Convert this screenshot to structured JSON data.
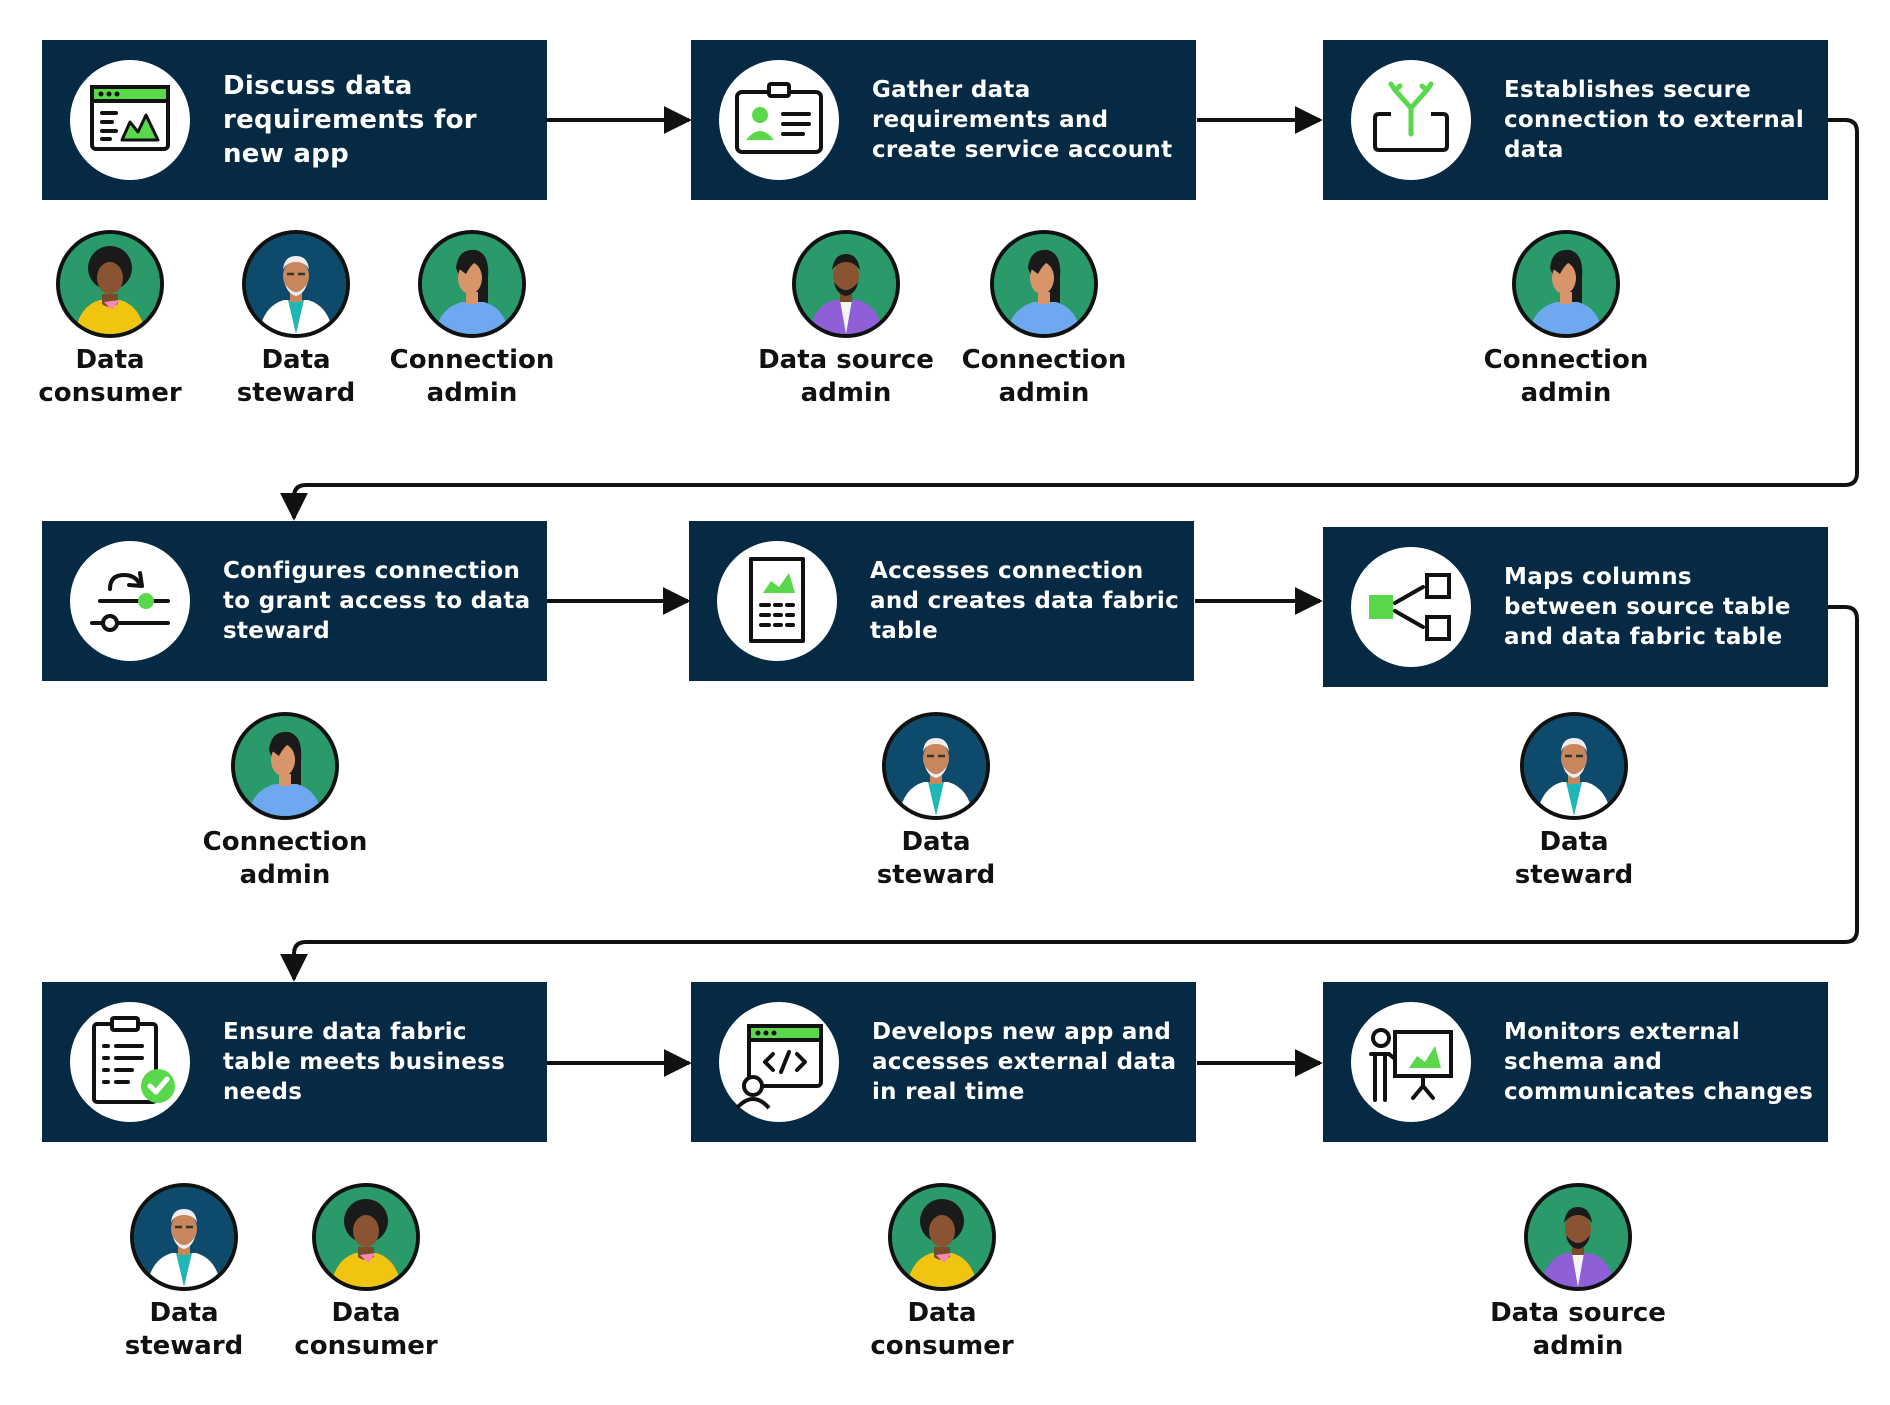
{
  "colors": {
    "box": "#062a43",
    "accent": "#5ad84c",
    "line": "#111111"
  },
  "steps": [
    {
      "label": "Discuss data requirements for new app",
      "icon": "dashboard-window-icon"
    },
    {
      "label": "Gather data requirements and create service account",
      "icon": "id-badge-icon"
    },
    {
      "label": "Establishes secure connection to external data",
      "icon": "connection-split-icon"
    },
    {
      "label": "Configures connection to grant access to data steward",
      "icon": "settings-sliders-icon"
    },
    {
      "label": "Accesses connection and creates data fabric table",
      "icon": "spreadsheet-document-icon"
    },
    {
      "label": "Maps columns between source table and data fabric table",
      "icon": "column-mapping-icon"
    },
    {
      "label": "Ensure data fabric table meets business needs",
      "icon": "clipboard-check-icon"
    },
    {
      "label": "Develops new app and accesses external data in real time",
      "icon": "code-window-user-icon"
    },
    {
      "label": "Monitors external schema and communicates changes",
      "icon": "presentation-icon"
    }
  ],
  "roles": {
    "data_consumer": {
      "line1": "Data",
      "line2": "consumer"
    },
    "data_steward": {
      "line1": "Data",
      "line2": "steward"
    },
    "connection_admin": {
      "line1": "Connection",
      "line2": "admin"
    },
    "data_source_admin": {
      "line1": "Data source",
      "line2": "admin"
    }
  }
}
